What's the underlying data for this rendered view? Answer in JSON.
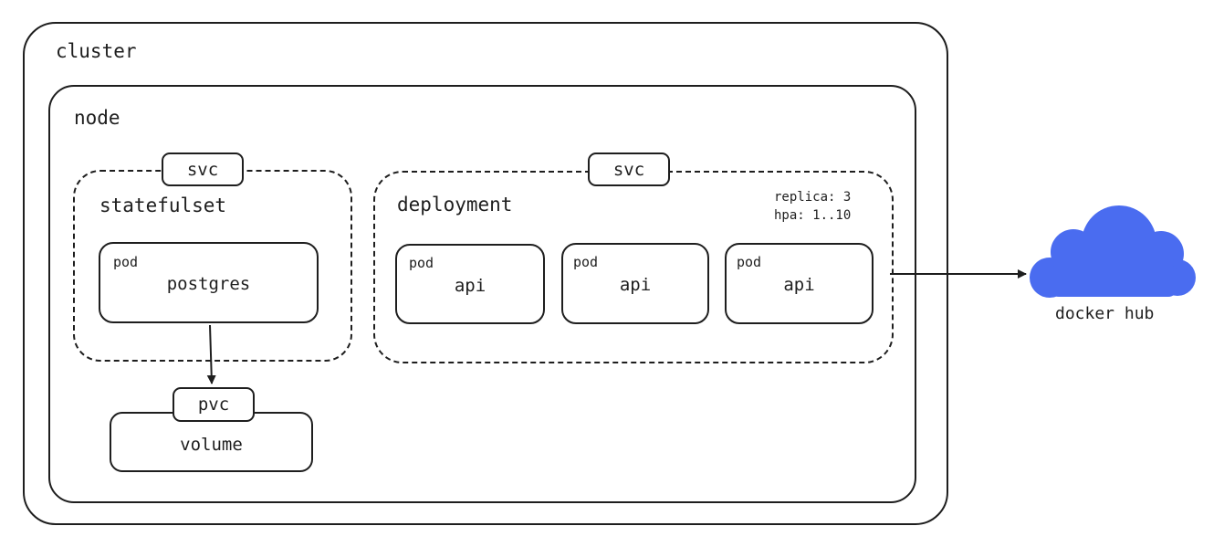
{
  "cluster": {
    "label": "cluster"
  },
  "node": {
    "label": "node"
  },
  "statefulset": {
    "label": "statefulset",
    "svc_label": "svc",
    "pod": {
      "tag": "pod",
      "name": "postgres"
    }
  },
  "deployment": {
    "label": "deployment",
    "svc_label": "svc",
    "replica_note": "replica: 3",
    "hpa_note": "hpa: 1..10",
    "pods": [
      {
        "tag": "pod",
        "name": "api"
      },
      {
        "tag": "pod",
        "name": "api"
      },
      {
        "tag": "pod",
        "name": "api"
      }
    ]
  },
  "storage": {
    "pvc_label": "pvc",
    "volume_label": "volume"
  },
  "registry": {
    "label": "docker hub",
    "icon": "cloud-icon",
    "color": "#4a6cf0"
  },
  "colors": {
    "stroke": "#1e1e1e",
    "background": "#ffffff",
    "cloud": "#4a6cf0"
  }
}
